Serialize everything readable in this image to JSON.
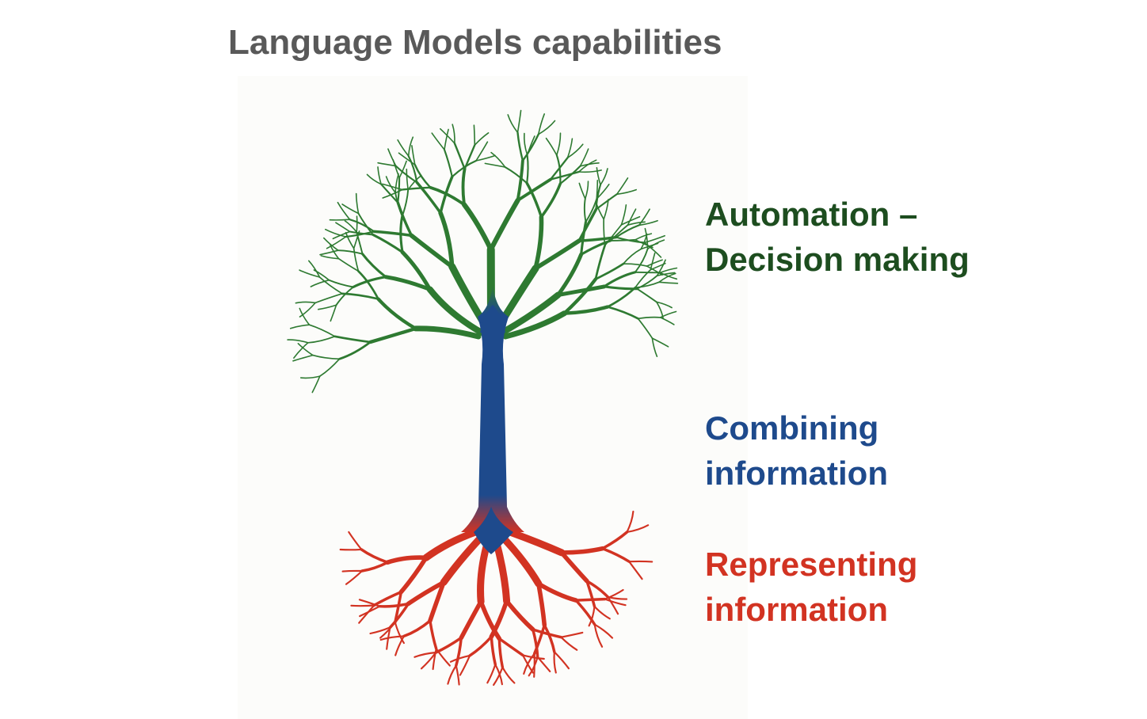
{
  "title": "Language Models capabilities",
  "colors": {
    "title": "#595959",
    "branches": "#2e7a31",
    "trunk": "#1e4a8c",
    "roots": "#d23322",
    "panel": "#fcfcfa"
  },
  "labels": {
    "automation": {
      "line1": "Automation –",
      "line2": "Decision making",
      "color": "#1d4d1f"
    },
    "combining": {
      "line1": "Combining",
      "line2": "information",
      "color": "#1e4a8c"
    },
    "representing": {
      "line1": "Representing",
      "line2": "information",
      "color": "#d23322"
    }
  },
  "illustration": {
    "name": "tree-with-roots",
    "parts": [
      "branches",
      "trunk",
      "roots"
    ]
  }
}
